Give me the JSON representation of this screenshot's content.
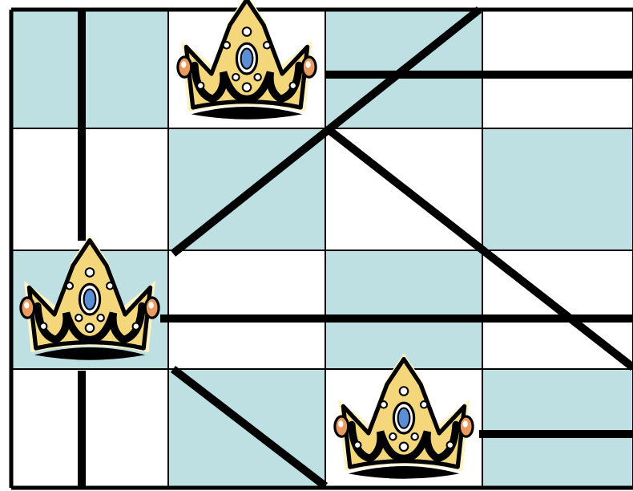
{
  "board": {
    "rows": 4,
    "columns": 4,
    "colors": {
      "teal": "#bfe0e2",
      "white": "#ffffff",
      "grid_line": "#000000",
      "attack_line": "#000000",
      "crown_gold": "#f3d77a",
      "crown_outline": "#000000",
      "jewel_blue": "#5a8fd6",
      "jewel_orange": "#e99a5e"
    },
    "cells": [
      [
        "teal",
        "white",
        "teal",
        "white"
      ],
      [
        "white",
        "teal",
        "white",
        "teal"
      ],
      [
        "teal",
        "white",
        "teal",
        "white"
      ],
      [
        "white",
        "teal",
        "white",
        "teal"
      ]
    ],
    "queens": [
      {
        "row": 0,
        "col": 1
      },
      {
        "row": 2,
        "col": 0
      },
      {
        "row": 3,
        "col": 2
      }
    ]
  }
}
